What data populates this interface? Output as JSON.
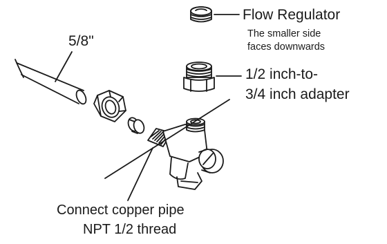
{
  "labels": {
    "flow_regulator": "Flow Regulator",
    "regulator_note_line1": "The smaller side",
    "regulator_note_line2": "faces downwards",
    "adapter_line1": "1/2 inch-to-",
    "adapter_line2": "3/4 inch adapter",
    "pipe_size": "5/8\"",
    "connect_line1": "Connect copper pipe",
    "connect_line2": "NPT 1/2 thread"
  },
  "colors": {
    "ink": "#1a1a1a",
    "fill": "#ffffff"
  }
}
